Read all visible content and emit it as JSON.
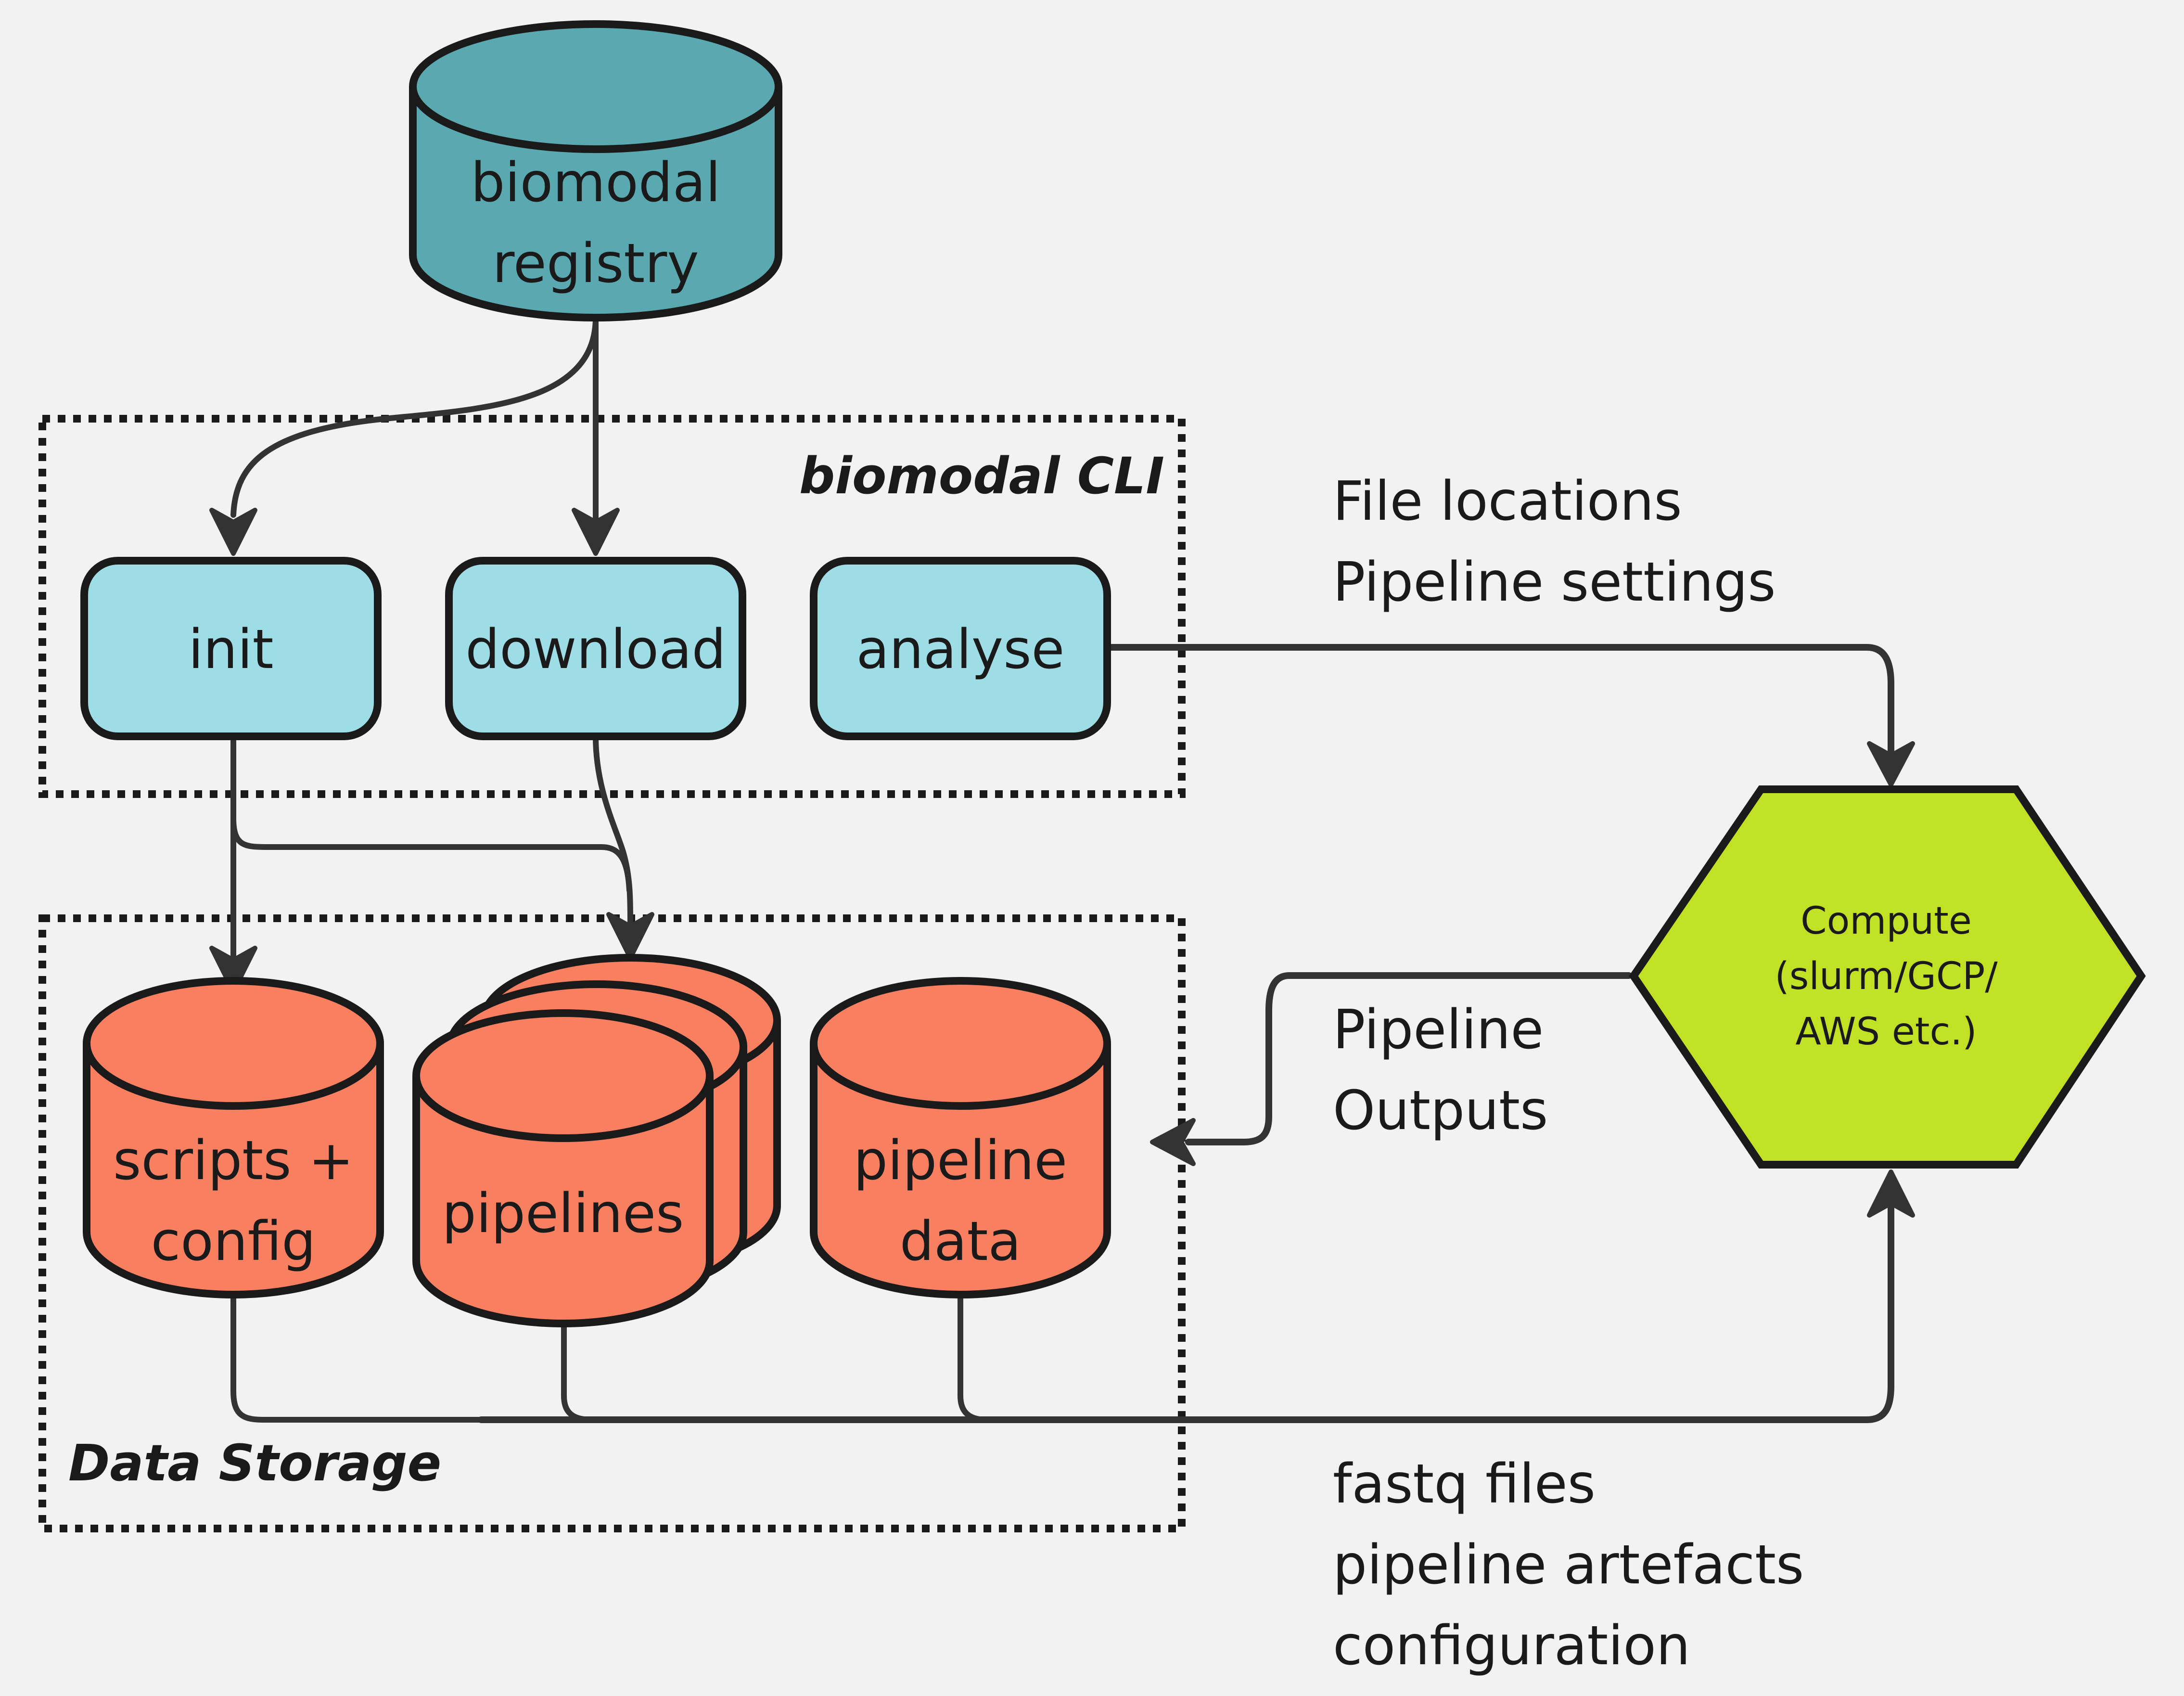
{
  "colors": {
    "background": "#f2f2f2",
    "registry_fill": "#5aa8b0",
    "cli_fill": "#9edce6",
    "storage_fill": "#f97f61",
    "compute_fill": "#c0e124",
    "outline": "#1a1a1a",
    "edge": "#333333"
  },
  "registry": {
    "line1": "biomodal",
    "line2": "registry"
  },
  "cli_group": {
    "title": "biomodal CLI",
    "commands": [
      {
        "label": "init"
      },
      {
        "label": "download"
      },
      {
        "label": "analyse"
      }
    ]
  },
  "storage_group": {
    "title": "Data Storage",
    "stores": [
      {
        "line1": "scripts +",
        "line2": "config"
      },
      {
        "line1": "pipelines",
        "line2": ""
      },
      {
        "line1": "pipeline",
        "line2": "data"
      }
    ]
  },
  "compute": {
    "line1": "Compute",
    "line2": "(slurm/GCP/",
    "line3": "AWS etc.)"
  },
  "edge_labels": {
    "analyse_to_compute": [
      "File locations",
      "Pipeline settings"
    ],
    "compute_to_data": [
      "Pipeline",
      "Outputs"
    ],
    "storage_to_compute": [
      "fastq files",
      "pipeline artefacts",
      "configuration"
    ]
  }
}
